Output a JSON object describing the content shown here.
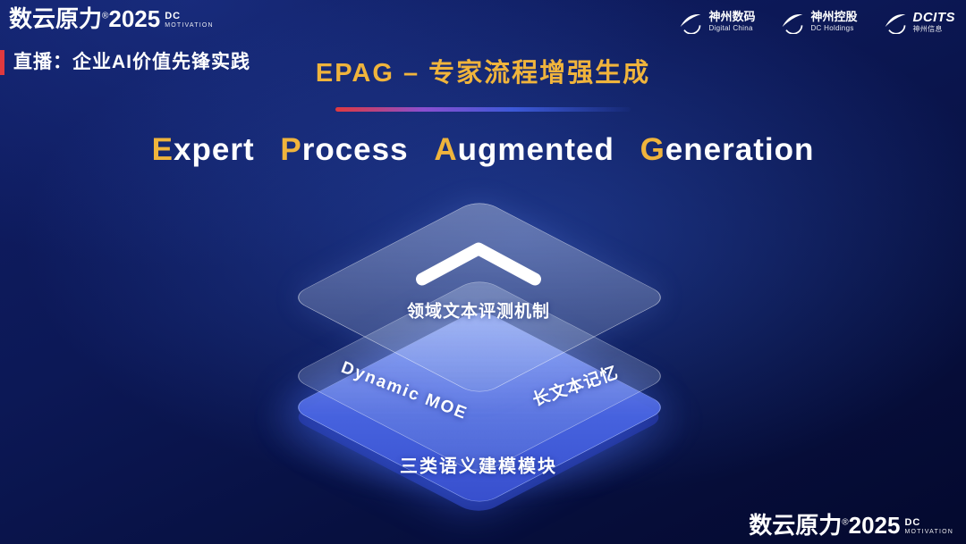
{
  "colors": {
    "accent_gold": "#f0b43c",
    "accent_red": "#e0393f",
    "layer_blue": "#4a66e4",
    "background_navy": "#0c1856"
  },
  "brand": {
    "name": "数云原力",
    "reg": "®",
    "year": "2025",
    "dc": "DC",
    "motivation": "MOTIVATION"
  },
  "header": {
    "live_tag": "直播：企业AI价值先锋实践",
    "slide_title": "EPAG – 专家流程增强生成"
  },
  "logos": [
    {
      "line1": "神州数码",
      "line2": "Digital China"
    },
    {
      "line1": "神州控股",
      "line2": "DC Holdings"
    },
    {
      "line1": "DCITS",
      "line2": "神州信息"
    }
  ],
  "main_title": {
    "words": [
      {
        "first": "E",
        "rest": "xpert"
      },
      {
        "first": "P",
        "rest": "rocess"
      },
      {
        "first": "A",
        "rest": "ugmented"
      },
      {
        "first": "G",
        "rest": "eneration"
      }
    ]
  },
  "diagram": {
    "top_layer_label": "领域文本评测机制",
    "middle_left_label": "Dynamic MOE",
    "middle_right_label": "长文本记忆",
    "bottom_layer_label": "三类语义建模模块"
  }
}
